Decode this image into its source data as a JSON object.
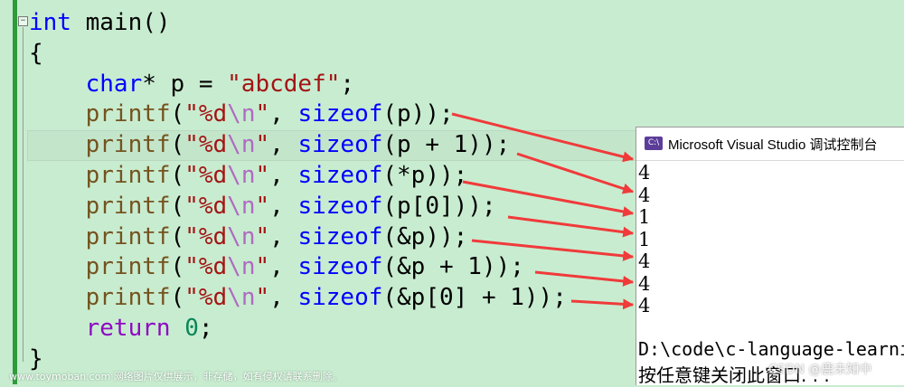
{
  "code": {
    "lines": [
      {
        "parts": [
          {
            "t": "int",
            "c": "kw"
          },
          {
            "t": " main()",
            "c": ""
          }
        ]
      },
      {
        "parts": [
          {
            "t": "{",
            "c": ""
          }
        ]
      },
      {
        "parts": [
          {
            "t": "    char",
            "c": "kw"
          },
          {
            "t": "* p = ",
            "c": ""
          },
          {
            "t": "\"abcdef\"",
            "c": "str"
          },
          {
            "t": ";",
            "c": ""
          }
        ]
      },
      {
        "parts": [
          {
            "t": "    printf",
            "c": "fn"
          },
          {
            "t": "(",
            "c": ""
          },
          {
            "t": "\"%d",
            "c": "str"
          },
          {
            "t": "\\n",
            "c": "esc"
          },
          {
            "t": "\"",
            "c": "str"
          },
          {
            "t": ", ",
            "c": ""
          },
          {
            "t": "sizeof",
            "c": "kw"
          },
          {
            "t": "(p));",
            "c": ""
          }
        ]
      },
      {
        "parts": [
          {
            "t": "    printf",
            "c": "fn"
          },
          {
            "t": "(",
            "c": ""
          },
          {
            "t": "\"%d",
            "c": "str"
          },
          {
            "t": "\\n",
            "c": "esc"
          },
          {
            "t": "\"",
            "c": "str"
          },
          {
            "t": ", ",
            "c": ""
          },
          {
            "t": "sizeof",
            "c": "kw"
          },
          {
            "t": "(p + 1));",
            "c": ""
          }
        ]
      },
      {
        "parts": [
          {
            "t": "    printf",
            "c": "fn"
          },
          {
            "t": "(",
            "c": ""
          },
          {
            "t": "\"%d",
            "c": "str"
          },
          {
            "t": "\\n",
            "c": "esc"
          },
          {
            "t": "\"",
            "c": "str"
          },
          {
            "t": ", ",
            "c": ""
          },
          {
            "t": "sizeof",
            "c": "kw"
          },
          {
            "t": "(*p));",
            "c": ""
          }
        ]
      },
      {
        "parts": [
          {
            "t": "    printf",
            "c": "fn"
          },
          {
            "t": "(",
            "c": ""
          },
          {
            "t": "\"%d",
            "c": "str"
          },
          {
            "t": "\\n",
            "c": "esc"
          },
          {
            "t": "\"",
            "c": "str"
          },
          {
            "t": ", ",
            "c": ""
          },
          {
            "t": "sizeof",
            "c": "kw"
          },
          {
            "t": "(p[0]));",
            "c": ""
          }
        ]
      },
      {
        "parts": [
          {
            "t": "    printf",
            "c": "fn"
          },
          {
            "t": "(",
            "c": ""
          },
          {
            "t": "\"%d",
            "c": "str"
          },
          {
            "t": "\\n",
            "c": "esc"
          },
          {
            "t": "\"",
            "c": "str"
          },
          {
            "t": ", ",
            "c": ""
          },
          {
            "t": "sizeof",
            "c": "kw"
          },
          {
            "t": "(&p));",
            "c": ""
          }
        ]
      },
      {
        "parts": [
          {
            "t": "    printf",
            "c": "fn"
          },
          {
            "t": "(",
            "c": ""
          },
          {
            "t": "\"%d",
            "c": "str"
          },
          {
            "t": "\\n",
            "c": "esc"
          },
          {
            "t": "\"",
            "c": "str"
          },
          {
            "t": ", ",
            "c": ""
          },
          {
            "t": "sizeof",
            "c": "kw"
          },
          {
            "t": "(&p + 1));",
            "c": ""
          }
        ]
      },
      {
        "parts": [
          {
            "t": "    printf",
            "c": "fn"
          },
          {
            "t": "(",
            "c": ""
          },
          {
            "t": "\"%d",
            "c": "str"
          },
          {
            "t": "\\n",
            "c": "esc"
          },
          {
            "t": "\"",
            "c": "str"
          },
          {
            "t": ", ",
            "c": ""
          },
          {
            "t": "sizeof",
            "c": "kw"
          },
          {
            "t": "(&p[0] + 1));",
            "c": ""
          }
        ]
      },
      {
        "parts": [
          {
            "t": "    return",
            "c": "ctl"
          },
          {
            "t": " ",
            "c": ""
          },
          {
            "t": "0",
            "c": "num"
          },
          {
            "t": ";",
            "c": ""
          }
        ]
      },
      {
        "parts": [
          {
            "t": "}",
            "c": ""
          }
        ]
      }
    ],
    "fold_glyph": "−"
  },
  "console": {
    "icon_label": "C:\\",
    "title": "Microsoft Visual Studio 调试控制台",
    "outputs": [
      "4",
      "4",
      "1",
      "1",
      "4",
      "4",
      "4"
    ],
    "path_text": "D:\\code\\c-language-learni",
    "prompt_text": "按任意键关闭此窗口. . ."
  },
  "watermark": {
    "text": "www.toymoban.com 网络图片仅供展示，非存储，如有侵权请联系删除。",
    "author": "CSDN @鹿未知中"
  },
  "colors": {
    "editor_bg": "#c8ecd0",
    "keyword": "#0000ff",
    "function": "#74531f",
    "string": "#a31515",
    "arrow": "#f03a3a"
  }
}
